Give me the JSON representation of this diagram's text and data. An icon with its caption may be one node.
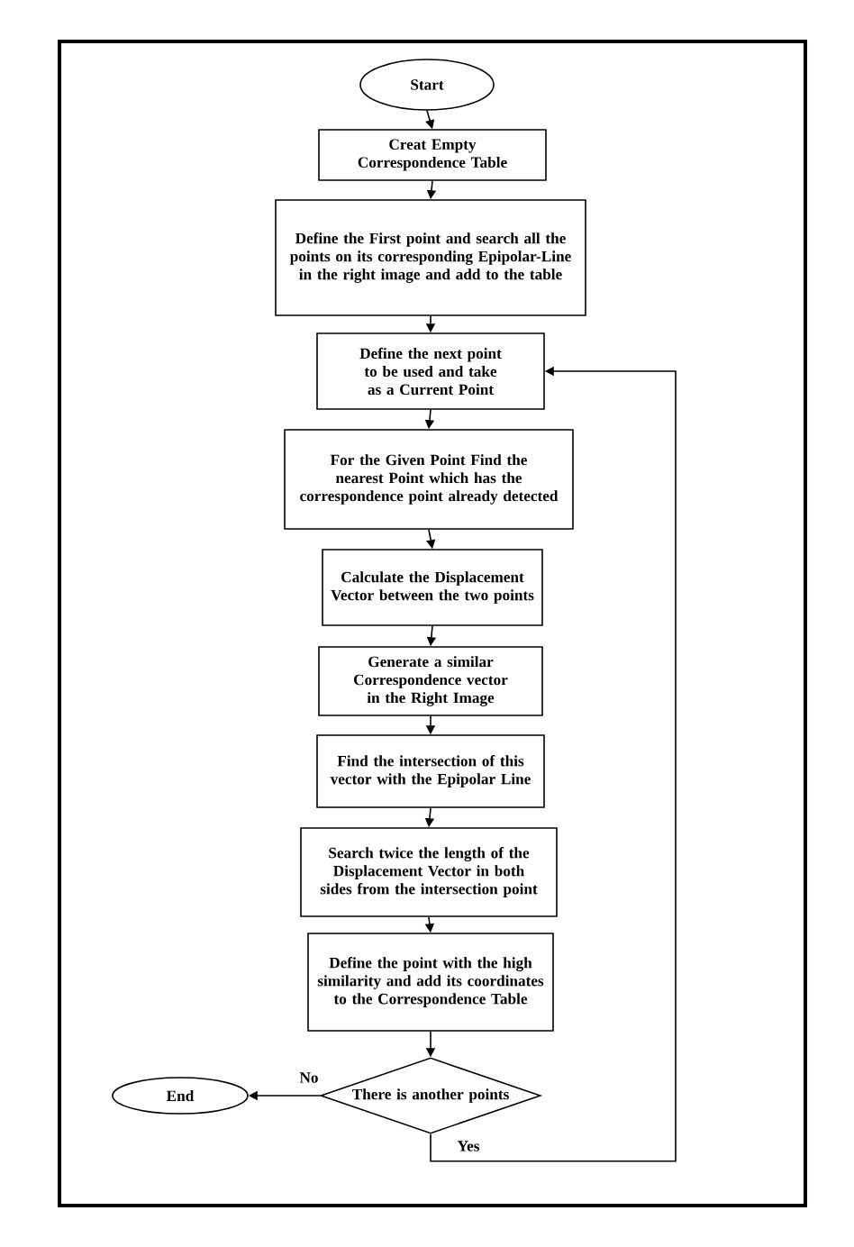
{
  "diagram": {
    "nodes": [
      {
        "text": [
          "Start"
        ]
      },
      {
        "text": [
          "Creat Empty Correspondence Table"
        ]
      },
      {
        "text": [
          "Define the First point and search all the points on its corresponding Epipolar-Line in the right image and add to the table"
        ]
      },
      {
        "text": [
          "Define the next point to be used and take as a Current Point"
        ]
      },
      {
        "text": [
          "For the Given Point Find the nearest Point which has the correspondence point already detected"
        ]
      },
      {
        "text": [
          "Calculate the Displacement Vector between the two points"
        ]
      },
      {
        "text": [
          "Generate a similar Correspondence vector in the Right Image"
        ]
      },
      {
        "text": [
          "Find the intersection of this vector with the Epipolar Line"
        ]
      },
      {
        "text": [
          "Search twice the length of the Displacement Vector in both sides from the intersection point"
        ]
      },
      {
        "text": [
          "Define the point with the high similarity and add its coordinates to the Correspondence Table"
        ]
      },
      {
        "text": [
          "There is another points"
        ]
      },
      {
        "text": [
          "End"
        ]
      }
    ],
    "edges": [
      {
        "from": 0,
        "to": 1,
        "arrow": "to"
      },
      {
        "from": 1,
        "to": 2,
        "arrow": "to"
      },
      {
        "from": 2,
        "to": 3,
        "arrow": "to"
      },
      {
        "from": 3,
        "to": 4,
        "arrow": "to"
      },
      {
        "from": 4,
        "to": 5,
        "arrow": "to"
      },
      {
        "from": 5,
        "to": 6,
        "arrow": "to"
      },
      {
        "from": 6,
        "to": 7,
        "arrow": "to"
      },
      {
        "from": 7,
        "to": 8,
        "arrow": "to"
      },
      {
        "from": 8,
        "to": 9,
        "arrow": "to"
      },
      {
        "from": 9,
        "to": 10,
        "arrow": "to"
      },
      {
        "from": 10,
        "to": 11,
        "label": "No",
        "arrow": "to"
      },
      {
        "from": 10,
        "to": 3,
        "label": "Yes",
        "arrow": "to"
      }
    ]
  }
}
